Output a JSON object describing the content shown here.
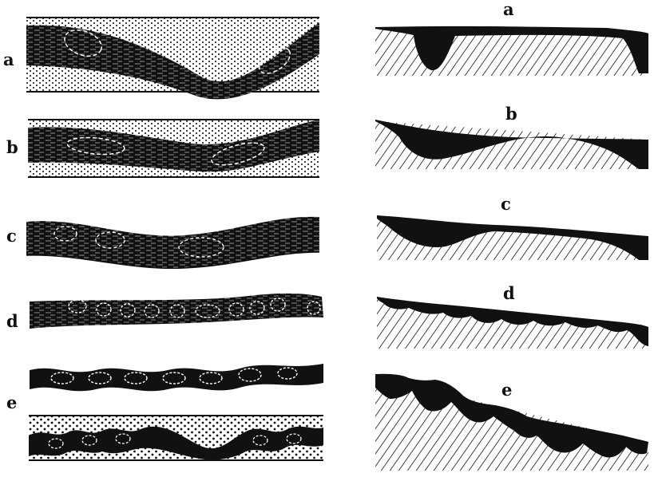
{
  "figure": {
    "left_panel": {
      "panels": [
        {
          "id": "a",
          "label": "a"
        },
        {
          "id": "b",
          "label": "b"
        },
        {
          "id": "c",
          "label": "c"
        },
        {
          "id": "d",
          "label": "d"
        },
        {
          "id": "e",
          "label": "e"
        }
      ]
    },
    "right_panel": {
      "panels": [
        {
          "id": "a",
          "label": "a"
        },
        {
          "id": "b",
          "label": "b"
        },
        {
          "id": "c",
          "label": "c"
        },
        {
          "id": "d",
          "label": "d"
        },
        {
          "id": "e",
          "label": "e"
        }
      ]
    },
    "colors": {
      "ink": "#111111",
      "paper": "#ffffff"
    }
  }
}
